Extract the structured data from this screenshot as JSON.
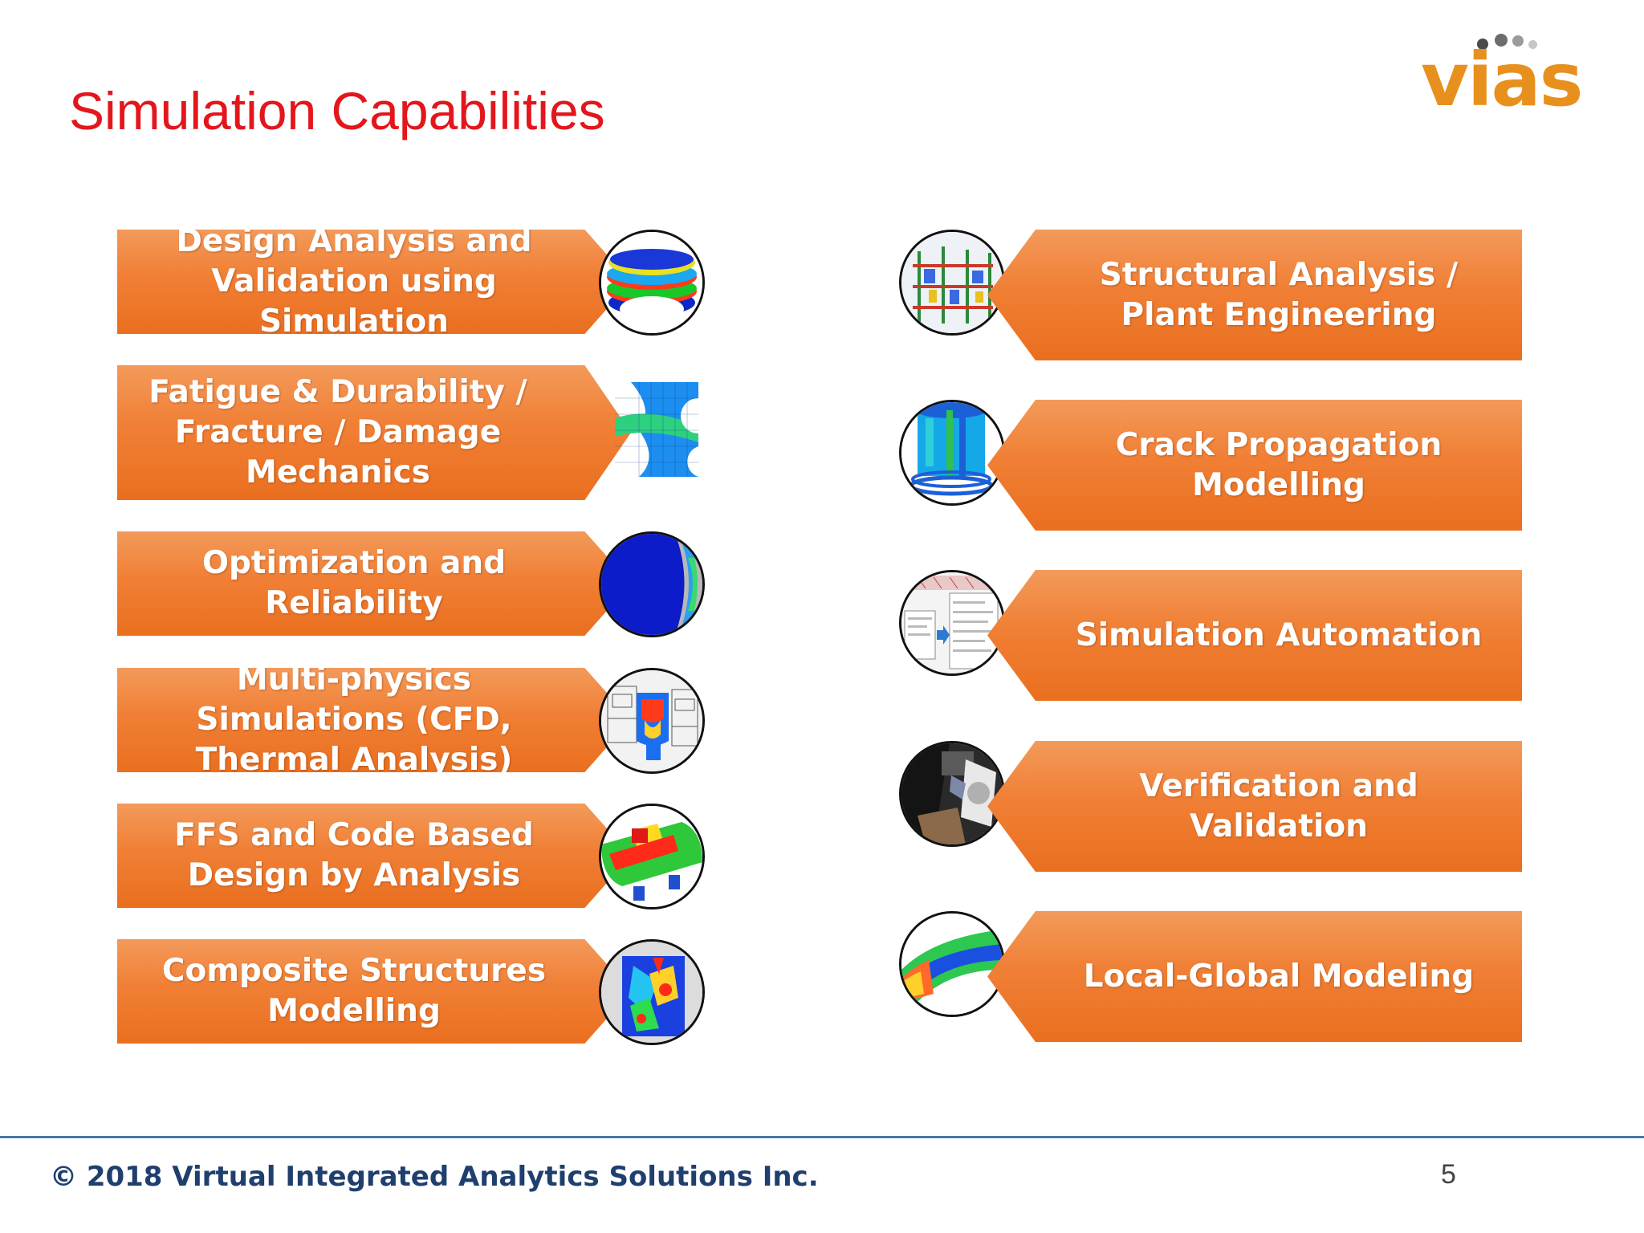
{
  "slide": {
    "title": "Simulation Capabilities",
    "logo": {
      "text": "vias",
      "color": "#e8901e"
    },
    "footer": {
      "copyright": "© 2018 Virtual Integrated Analytics Solutions Inc.",
      "page_number": "5"
    },
    "accent_color": "#f07f35"
  },
  "left_items": [
    {
      "label": "Design Analysis and Validation using Simulation",
      "image": "fea-cylinder-rings-image"
    },
    {
      "label": "Fatigue & Durability / Fracture / Damage Mechanics",
      "image": "fatigue-mesh-image"
    },
    {
      "label": "Optimization and Reliability",
      "image": "optimization-contour-image"
    },
    {
      "label": "Multi-physics Simulations (CFD, Thermal Analysis)",
      "image": "thermal-assembly-image"
    },
    {
      "label": "FFS and Code Based Design by Analysis",
      "image": "pressure-vessel-image"
    },
    {
      "label": "Composite Structures Modelling",
      "image": "composite-contour-image"
    }
  ],
  "right_items": [
    {
      "label": "Structural Analysis / Plant Engineering",
      "image": "plant-structure-image"
    },
    {
      "label": "Crack Propagation Modelling",
      "image": "crack-tank-image"
    },
    {
      "label": "Simulation Automation",
      "image": "automation-dialog-image"
    },
    {
      "label": "Verification and Validation",
      "image": "test-specimen-image"
    },
    {
      "label": "Local-Global Modeling",
      "image": "pipe-bend-image"
    }
  ]
}
